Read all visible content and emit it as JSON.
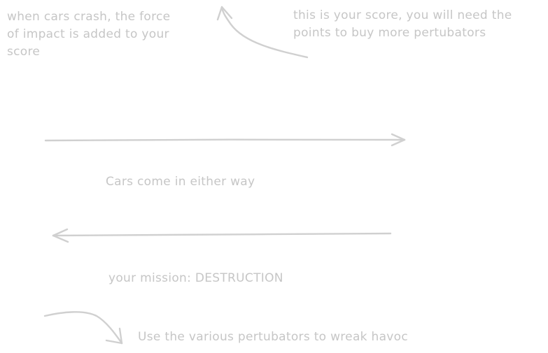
{
  "tutorial": {
    "crash_note": "when cars crash, the force\nof impact is added to your\nscore",
    "score_note": "this is your score, you will need the\npoints to buy more pertubators",
    "cars_note": "Cars come in either way",
    "mission_note": "your mission: DESTRUCTION",
    "havoc_note": "Use the various pertubators to wreak havoc"
  },
  "colors": {
    "text": "#c6c6c6",
    "stroke": "#d0d0d0",
    "background": "#ffffff"
  }
}
